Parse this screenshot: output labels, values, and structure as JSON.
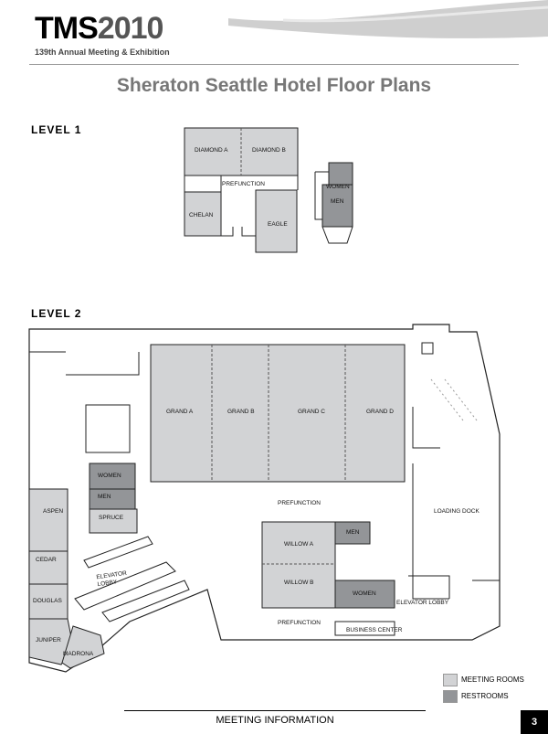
{
  "header": {
    "logo_tms": "TMS",
    "logo_year": "2010",
    "subtitle": "139th Annual Meeting & Exhibition"
  },
  "title": "Sheraton Seattle Hotel Floor Plans",
  "level1": {
    "heading": "LEVEL 1",
    "rooms": {
      "diamond_a": "DIAMOND A",
      "diamond_b": "DIAMOND B",
      "prefunction": "PREFUNCTION",
      "chelan": "CHELAN",
      "eagle": "EAGLE",
      "women": "WOMEN",
      "men": "MEN"
    }
  },
  "level2": {
    "heading": "LEVEL 2",
    "rooms": {
      "grand_a": "GRAND A",
      "grand_b": "GRAND B",
      "grand_c": "GRAND C",
      "grand_d": "GRAND D",
      "women": "WOMEN",
      "men": "MEN",
      "aspen": "ASPEN",
      "spruce": "SPRUCE",
      "prefunction_top": "PREFUNCTION",
      "loading_dock": "LOADING DOCK",
      "men2": "MEN",
      "willow_a": "WILLOW A",
      "willow_b": "WILLOW B",
      "women2": "WOMEN",
      "cedar": "CEDAR",
      "elevator_lobby_left": "ELEVATOR\nLOBBY",
      "douglas": "DOUGLAS",
      "elevator_lobby_right": "ELEVATOR LOBBY",
      "prefunction_bottom": "PREFUNCTION",
      "business_center": "BUSINESS CENTER",
      "juniper": "JUNIPER",
      "madrona": "MADRONA"
    }
  },
  "legend": {
    "meeting_rooms": "MEETING ROOMS",
    "restrooms": "RESTROOMS",
    "meeting_color": "#d2d3d5",
    "restroom_color": "#939598"
  },
  "footer": {
    "label": "MEETING INFORMATION",
    "page": "3"
  }
}
